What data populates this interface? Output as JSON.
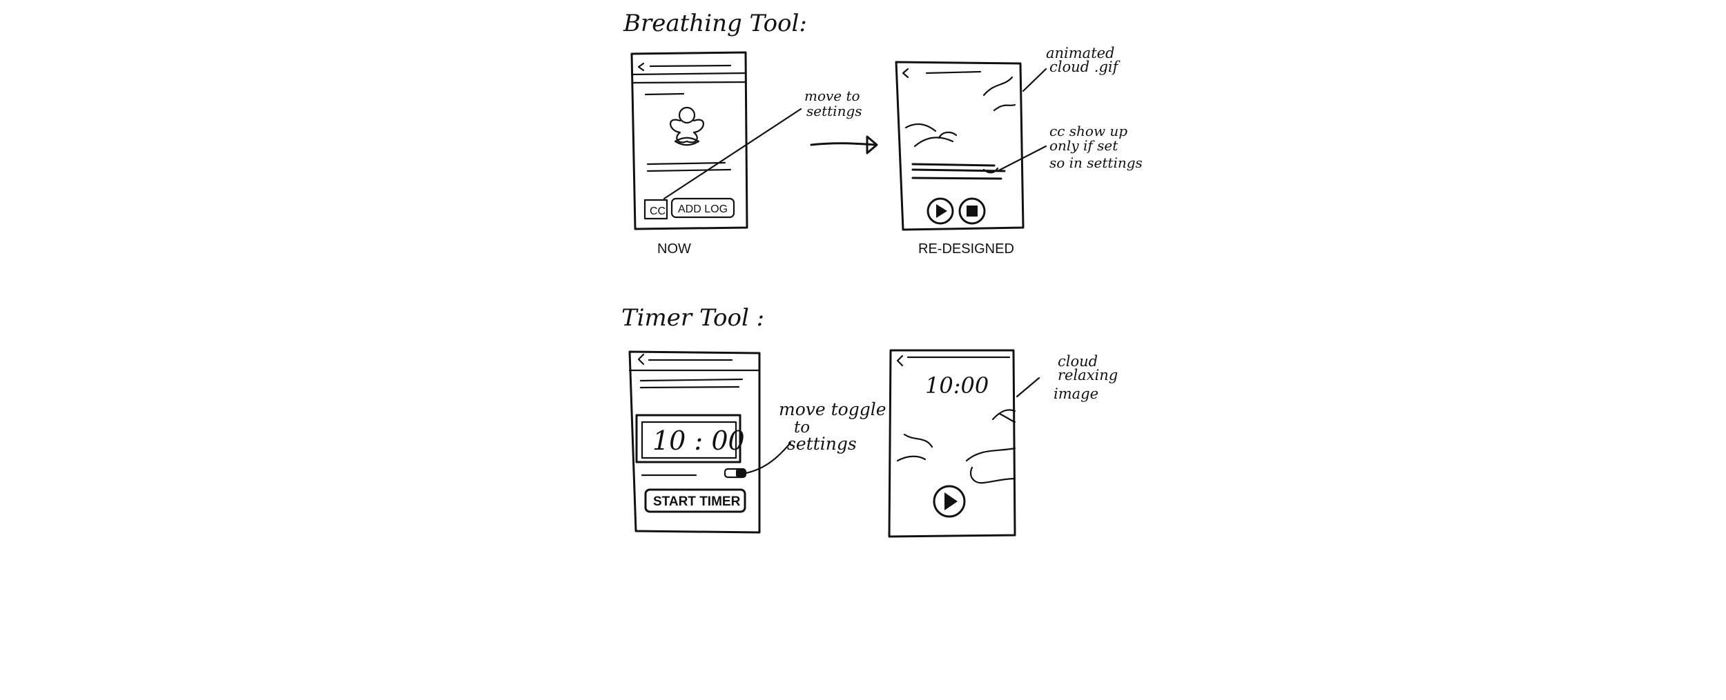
{
  "breathing": {
    "heading": "Breathing Tool:",
    "now_label": "NOW",
    "redesigned_label": "RE-DESIGNED",
    "cc_button": "CC",
    "add_log_button": "ADD LOG",
    "note_move": [
      "move to",
      "settings"
    ],
    "note_cloud": [
      "animated",
      "cloud .gif"
    ],
    "note_cc": [
      "cc show up",
      "only if set",
      "so in settings"
    ]
  },
  "timer": {
    "heading": "Timer Tool :",
    "time_now": "10 : 00",
    "time_redesigned": "10:00",
    "start_button": "START TIMER",
    "note_toggle": [
      "move toggle",
      "to",
      "settings"
    ],
    "note_image": [
      "cloud",
      "relaxing",
      "image"
    ]
  },
  "icons": {
    "back": "back-chevron-icon",
    "play": "play-icon",
    "stop": "stop-icon",
    "meditation": "meditation-figure-icon",
    "toggle": "toggle-switch-icon"
  }
}
